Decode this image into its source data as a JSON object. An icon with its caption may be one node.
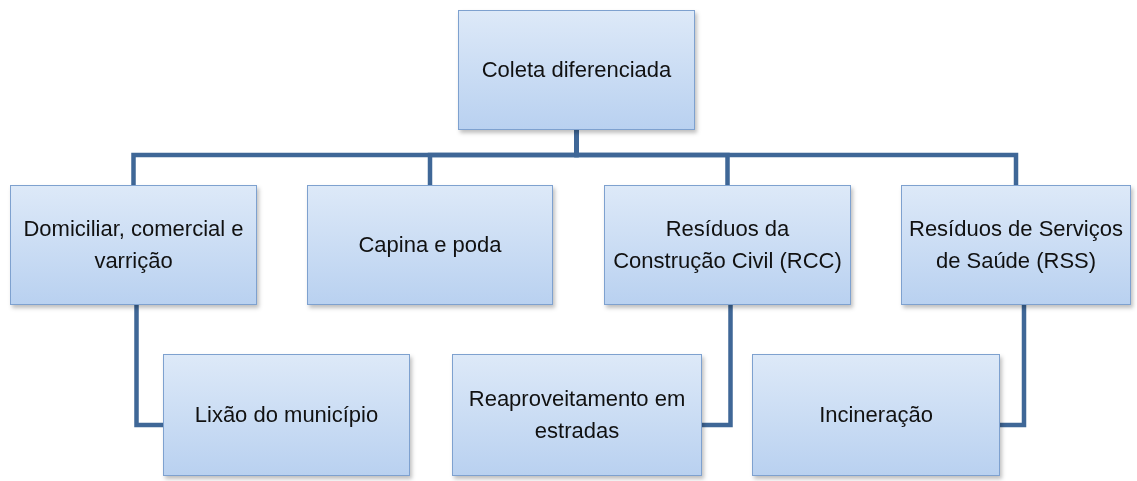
{
  "diagram": {
    "nodes": [
      {
        "text": [
          "Coleta diferenciada"
        ]
      },
      {
        "text": [
          "Domiciliar, comercial e varrição"
        ]
      },
      {
        "text": [
          "Capina e poda"
        ]
      },
      {
        "text": [
          "Resíduos da Construção Civil (RCC)"
        ]
      },
      {
        "text": [
          "Resíduos de Serviços de Saúde (RSS)"
        ]
      },
      {
        "text": [
          "Lixão do município"
        ]
      },
      {
        "text": [
          "Reaproveitamento em estradas"
        ]
      },
      {
        "text": [
          "Incineração"
        ]
      }
    ],
    "edges": [
      {
        "from": 0,
        "to": 1,
        "arrow": "none"
      },
      {
        "from": 0,
        "to": 2,
        "arrow": "none"
      },
      {
        "from": 0,
        "to": 3,
        "arrow": "none"
      },
      {
        "from": 0,
        "to": 4,
        "arrow": "none"
      },
      {
        "from": 1,
        "to": 5,
        "arrow": "none"
      },
      {
        "from": 3,
        "to": 6,
        "arrow": "none"
      },
      {
        "from": 4,
        "to": 7,
        "arrow": "none"
      }
    ]
  }
}
